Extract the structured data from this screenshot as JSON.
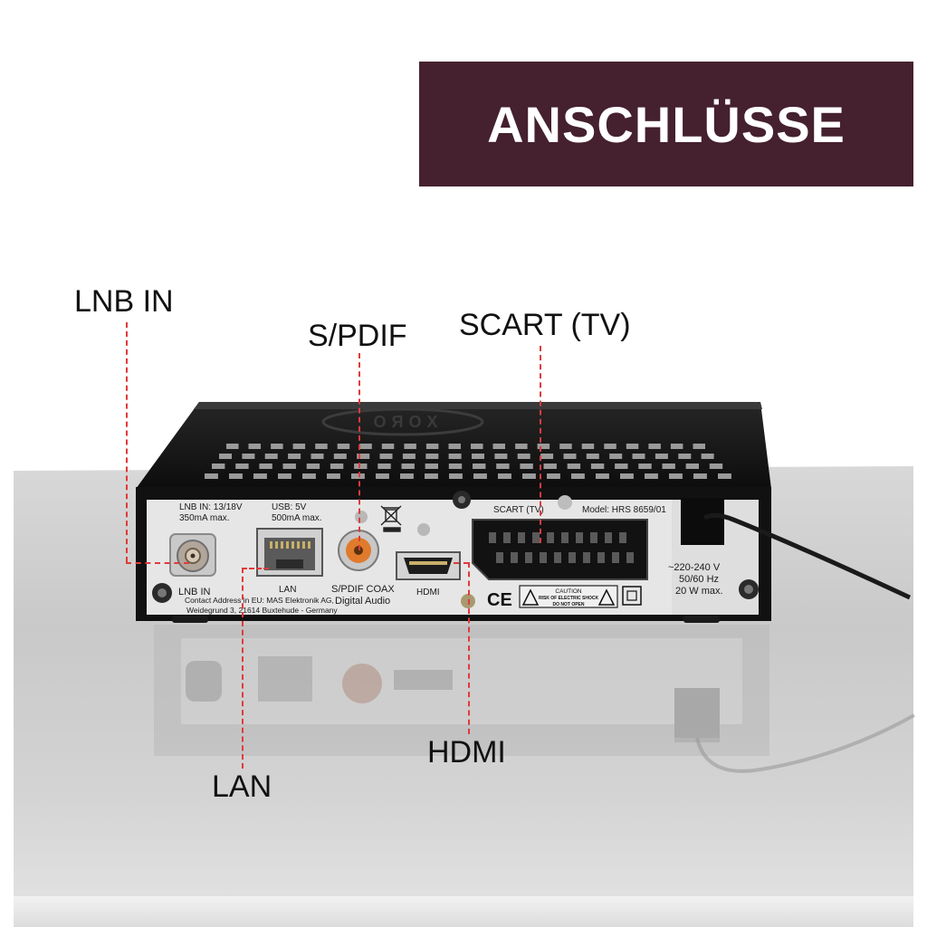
{
  "banner": {
    "title": "ANSCHLÜSSE",
    "bg_color": "#45202f",
    "text_color": "#ffffff"
  },
  "callouts": {
    "lnb_in": "LNB IN",
    "spdif": "S/PDIF",
    "scart_tv": "SCART (TV)",
    "hdmi": "HDMI",
    "lan": "LAN",
    "line_color": "#e03a3a"
  },
  "panel": {
    "brand_logo": "XORO",
    "lnb_spec_1": "LNB IN: 13/18V",
    "lnb_spec_2": "350mA max.",
    "usb_spec_1": "USB: 5V",
    "usb_spec_2": "500mA max.",
    "scart_label": "SCART (TV)",
    "model": "Model: HRS 8659/01",
    "lnb_label": "LNB IN",
    "lan_label": "LAN",
    "spdif_label_1": "S/PDIF COAX",
    "spdif_label_2": "Digital Audio",
    "hdmi_label": "HDMI",
    "address_1": "Contact Address in EU: MAS Elektronik AG,",
    "address_2": "Weidegrund 3, 21614 Buxtehude - Germany",
    "ce_mark": "CE",
    "caution_1": "CAUTION",
    "caution_2": "RISK OF ELECTRIC SHOCK",
    "caution_3": "DO NOT OPEN",
    "power_1": "~220-240 V",
    "power_2": "50/60 Hz",
    "power_3": "20 W max."
  },
  "icons": [
    "weee-bin-icon",
    "warning-triangle-icon",
    "double-insulation-icon",
    "ce-mark-icon"
  ]
}
